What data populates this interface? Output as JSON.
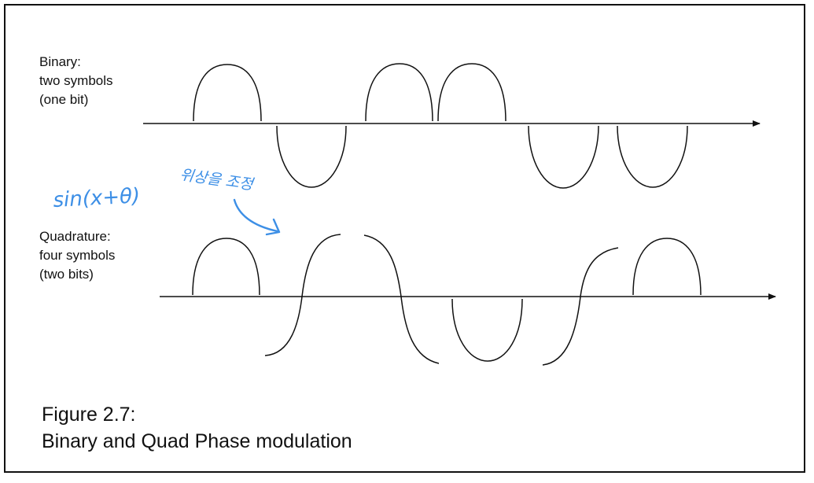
{
  "binary": {
    "label_lines": [
      "Binary:",
      "two symbols",
      "(one bit)"
    ]
  },
  "quadrature": {
    "label_lines": [
      "Quadrature:",
      "four symbols",
      "(two bits)"
    ]
  },
  "annotation": {
    "formula": "sin(x+θ)",
    "note": "위상을 조정",
    "color": "#3d8fe6"
  },
  "caption": {
    "title": "Figure 2.7:",
    "subtitle": "Binary and Quad Phase modulation"
  },
  "colors": {
    "ink": "#111111",
    "frame": "#111111"
  }
}
